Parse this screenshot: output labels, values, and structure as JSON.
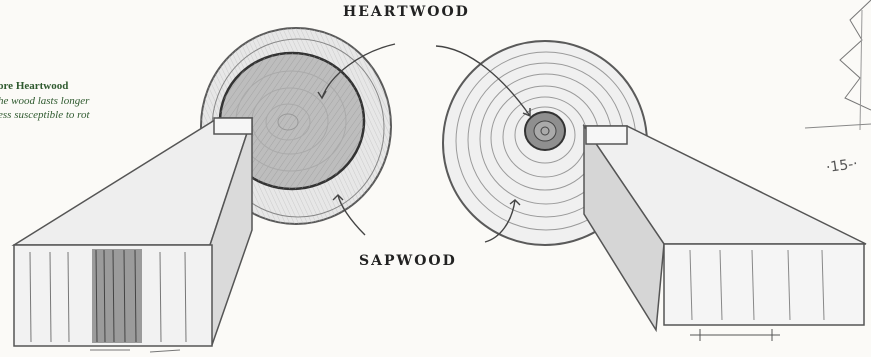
{
  "labels": {
    "heartwood": "HEARTWOOD",
    "sapwood": "SAPWOOD"
  },
  "note": {
    "title": "ore Heartwood",
    "line_1": "he wood lasts longer",
    "line_2": "ess susceptible to rot"
  },
  "scribble": "·15-·",
  "colors": {
    "pencil": "#555555",
    "heartwood_shade": "#8d8d8d",
    "note_text": "#2f5a2f"
  }
}
